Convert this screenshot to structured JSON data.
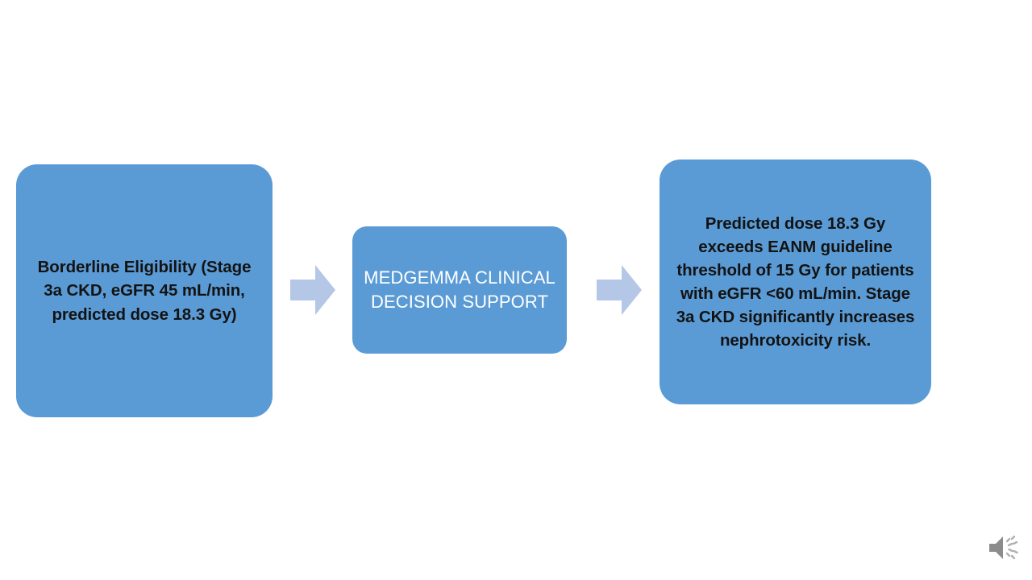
{
  "slide": {
    "background_color": "#FFFFFF",
    "node_fill_color": "#5B9BD5",
    "arrow_fill_color": "#B4C7E7",
    "dark_text_color": "#131313",
    "light_text_color": "#FFFFFF"
  },
  "flow": {
    "input_node": {
      "label": "Borderline Eligibility (Stage 3a CKD, eGFR 45 mL/min, predicted dose 18.3 Gy)"
    },
    "engine_node": {
      "label": "MEDGEMMA CLINICAL DECISION SUPPORT"
    },
    "output_node": {
      "label": "Predicted dose 18.3 Gy exceeds EANM guideline threshold of 15 Gy for patients with eGFR <60 mL/min. Stage 3a CKD significantly increases nephrotoxicity risk."
    },
    "connectors": [
      {
        "name": "arrow-input-to-engine",
        "glyph": "right-arrow-icon"
      },
      {
        "name": "arrow-engine-to-output",
        "glyph": "right-arrow-icon"
      }
    ]
  },
  "media": {
    "audio_icon": "speaker-icon"
  }
}
